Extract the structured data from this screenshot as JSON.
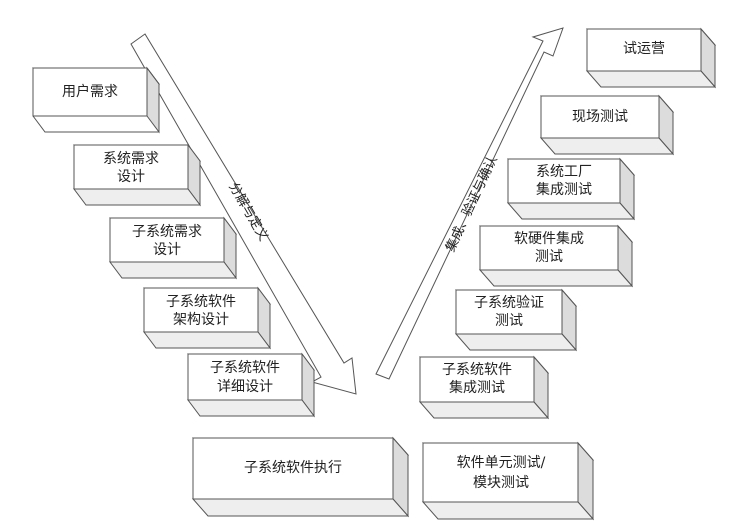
{
  "diagram": {
    "left_boxes": [
      {
        "line1": "用户需求",
        "line2": ""
      },
      {
        "line1": "系统需求",
        "line2": "设计"
      },
      {
        "line1": "子系统需求",
        "line2": "设计"
      },
      {
        "line1": "子系统软件",
        "line2": "架构设计"
      },
      {
        "line1": "子系统软件",
        "line2": "详细设计"
      }
    ],
    "bottom_boxes": [
      {
        "line1": "子系统软件执行",
        "line2": ""
      },
      {
        "line1": "软件单元测试/",
        "line2": "模块测试"
      }
    ],
    "right_boxes": [
      {
        "line1": "子系统软件",
        "line2": "集成测试"
      },
      {
        "line1": "子系统验证",
        "line2": "测试"
      },
      {
        "line1": "软硬件集成",
        "line2": "测试"
      },
      {
        "line1": "系统工厂",
        "line2": "集成测试"
      },
      {
        "line1": "现场测试",
        "line2": ""
      },
      {
        "line1": "试运营",
        "line2": ""
      }
    ],
    "arrow_down_label": "分解与定义",
    "arrow_up_label": "集成、验证与确认"
  },
  "colors": {
    "box_front": "#ffffff",
    "box_top": "#f2f2f2",
    "box_side": "#dcdcdc",
    "stroke": "#555555"
  }
}
